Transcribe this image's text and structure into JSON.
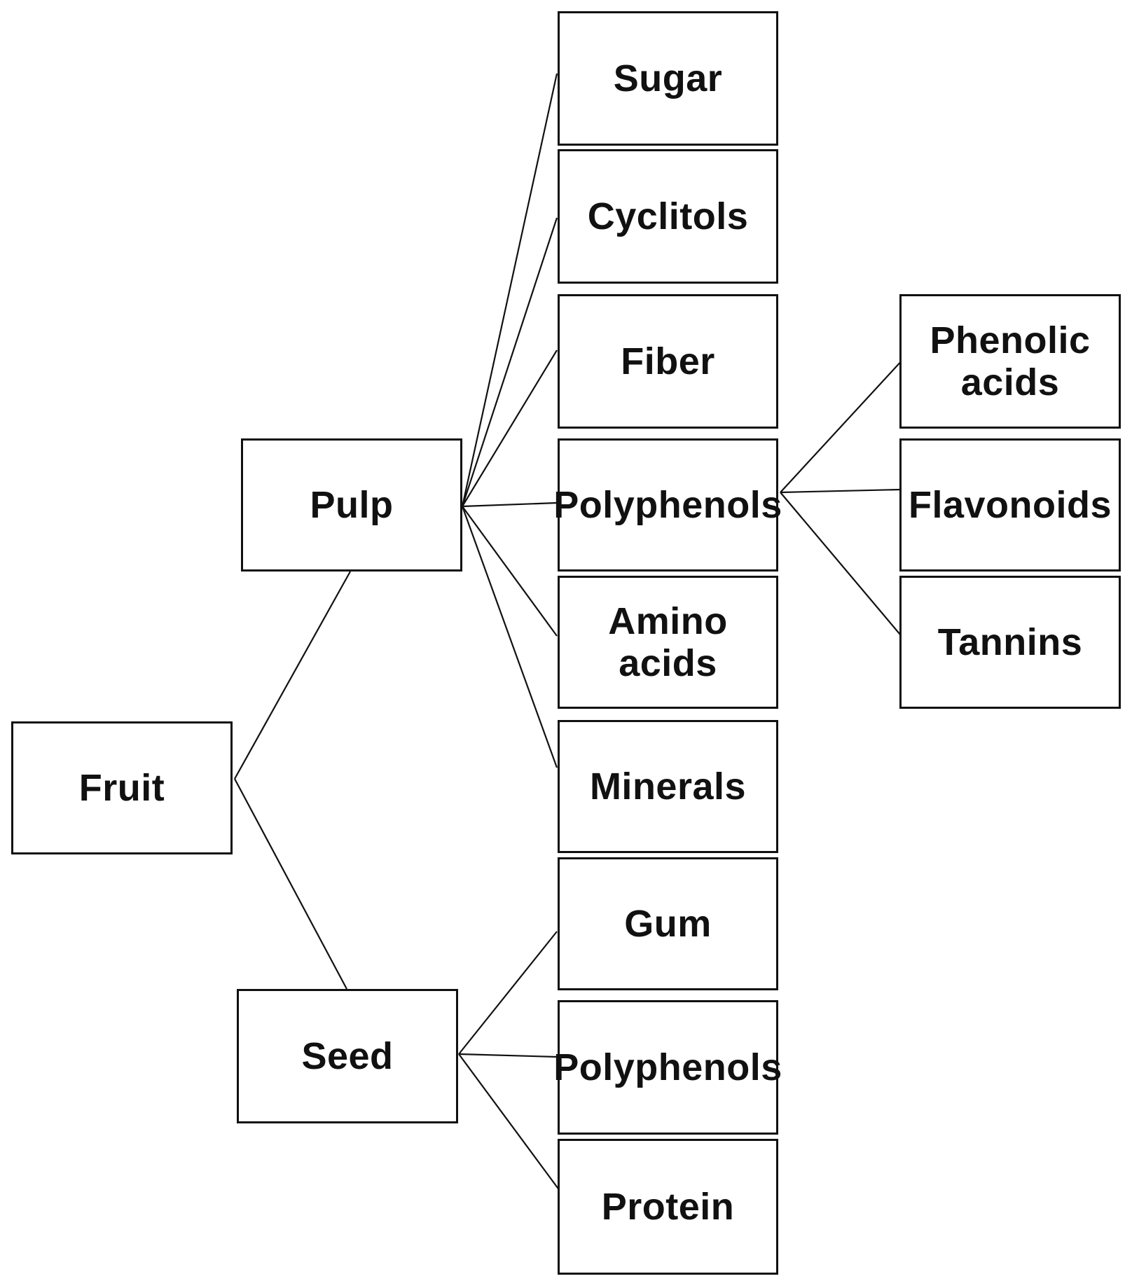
{
  "diagram": {
    "root": {
      "label": "Fruit"
    },
    "parts": [
      {
        "label": "Pulp"
      },
      {
        "label": "Seed"
      }
    ],
    "pulp_components": [
      {
        "label": "Sugar"
      },
      {
        "label": "Cyclitols"
      },
      {
        "label": "Fiber"
      },
      {
        "label": "Polyphenols"
      },
      {
        "label": "Amino\nacids"
      },
      {
        "label": "Minerals"
      }
    ],
    "seed_components": [
      {
        "label": "Gum"
      },
      {
        "label": "Polyphenols"
      },
      {
        "label": "Protein"
      }
    ],
    "polyphenol_classes": [
      {
        "label": "Phenolic\nacids"
      },
      {
        "label": "Flavonoids"
      },
      {
        "label": "Tannins"
      }
    ]
  },
  "colors": {
    "line": "#111111",
    "box_border": "#111111",
    "background": "#ffffff"
  }
}
